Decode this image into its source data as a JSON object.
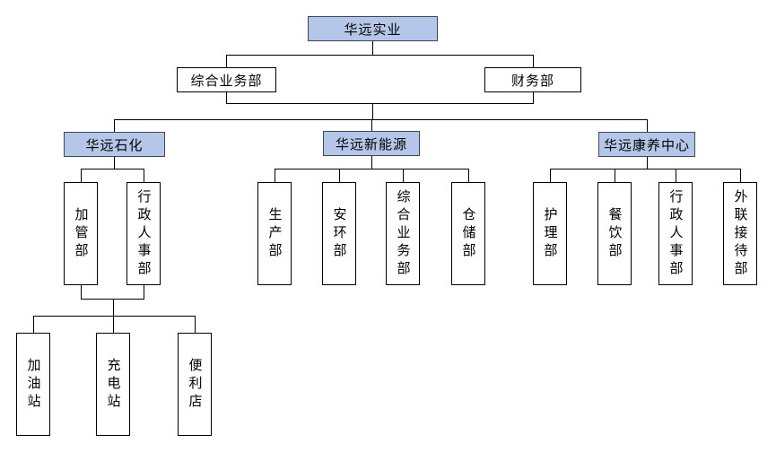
{
  "chart_title": "",
  "colors": {
    "branch_node_fill": "#B5C7E8",
    "branch_node_border": "#3C4759",
    "leaf_node_fill": "#FFFFFF",
    "leaf_node_border": "#000000",
    "connector_line": "#000000",
    "background": "#FFFFFF"
  },
  "org": {
    "root": {
      "label": "华远实业"
    },
    "level2": [
      {
        "label": "综合业务部"
      },
      {
        "label": "财务部"
      }
    ],
    "branches": [
      {
        "label": "华远石化",
        "departments": [
          "加管部",
          "行政人事部"
        ],
        "sub_units": [
          "加油站",
          "充电站",
          "便利店"
        ]
      },
      {
        "label": "华远新能源",
        "departments": [
          "生产部",
          "安环部",
          "综合业务部",
          "仓储部"
        ]
      },
      {
        "label": "华远康养中心",
        "departments": [
          "护理部",
          "餐饮部",
          "行政人事部",
          "外联接待部"
        ]
      }
    ]
  }
}
